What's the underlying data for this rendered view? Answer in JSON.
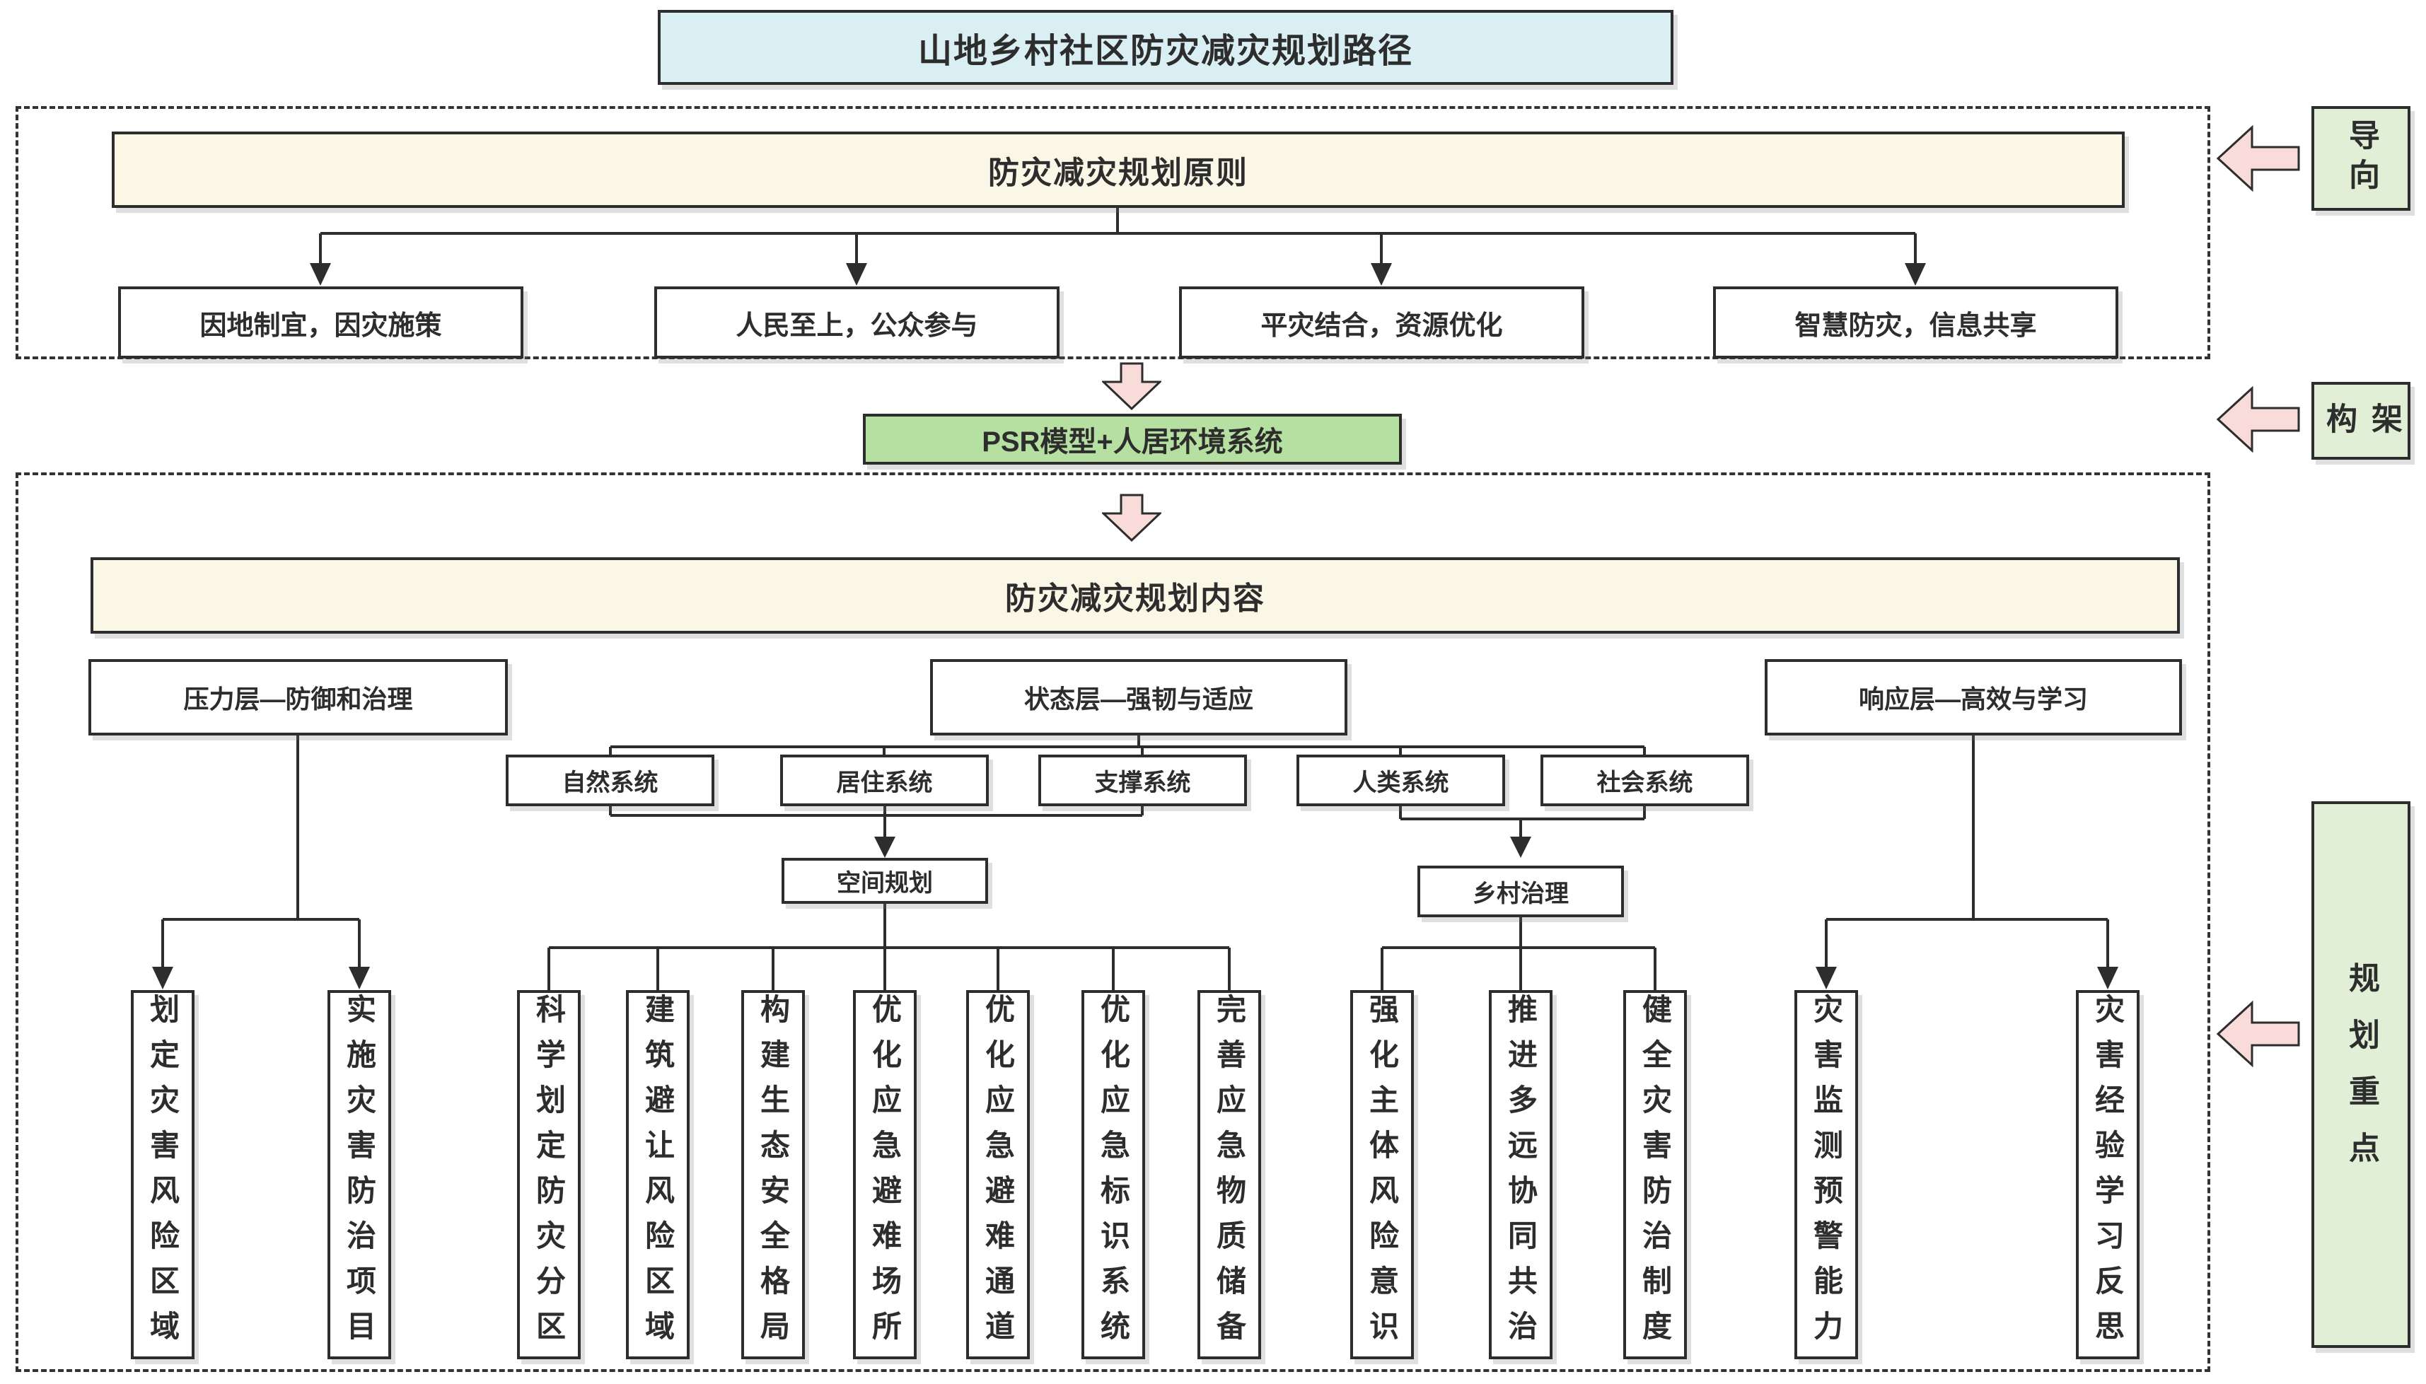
{
  "title": "山地乡村社区防灾减灾规划路径",
  "side_labels": {
    "orientation": "导向",
    "framework": "架构",
    "planning_focus": "规划重点"
  },
  "section_principles": {
    "header": "防灾减灾规划原则",
    "items": [
      "因地制宜，因灾施策",
      "人民至上，公众参与",
      "平灾结合，资源优化",
      "智慧防灾，信息共享"
    ]
  },
  "psr_model": "PSR模型+人居环境系统",
  "section_content": {
    "header": "防灾减灾规划内容",
    "layers": {
      "pressure": "压力层—防御和治理",
      "state": "状态层—强韧与适应",
      "response": "响应层—高效与学习"
    },
    "systems": [
      "自然系统",
      "居住系统",
      "支撑系统",
      "人类系统",
      "社会系统"
    ],
    "mid_nodes": {
      "spatial_planning": "空间规划",
      "rural_governance": "乡村治理"
    },
    "measures": {
      "pressure": [
        "划定灾害风险区域",
        "实施灾害防治项目"
      ],
      "spatial": [
        "科学划定防灾分区",
        "建筑避让风险区域",
        "构建生态安全格局",
        "优化应急避难场所",
        "优化应急避难通道",
        "优化应急标识系统",
        "完善应急物质储备"
      ],
      "governance": [
        "强化主体风险意识",
        "推进多远协同共治",
        "健全灾害防治制度"
      ],
      "response": [
        "灾害监测预警能力",
        "灾害经验学习反思"
      ]
    }
  },
  "colors": {
    "title_bg": "#d9eff3",
    "header_bg": "#fbf7e6",
    "psr_bg": "#b6e0a2",
    "side_label_bg": "#e0efd6",
    "arrow_pink": "#f9dcd9",
    "line": "#2d2d2d"
  }
}
